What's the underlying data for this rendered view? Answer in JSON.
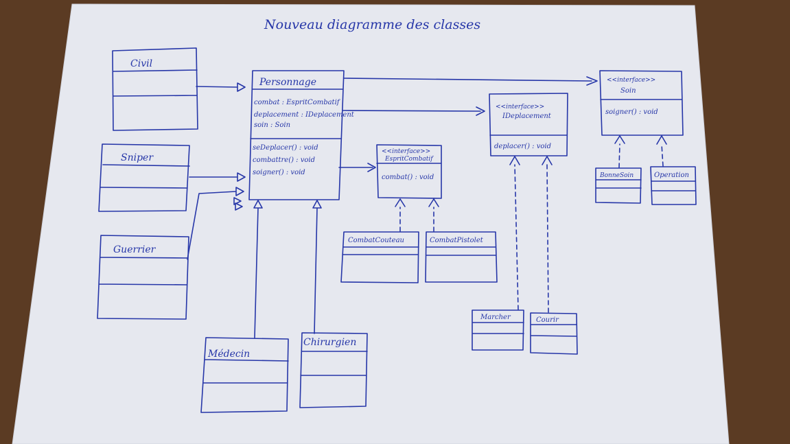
{
  "title": "Nouveau diagramme des classes",
  "classes": {
    "civil": {
      "name": "Civil"
    },
    "sniper": {
      "name": "Sniper"
    },
    "guerrier": {
      "name": "Guerrier"
    },
    "personnage": {
      "name": "Personnage",
      "attributes": [
        "combat : EspritCombatif",
        "deplacement : IDeplacement",
        "soin : Soin"
      ],
      "methods": [
        "seDeplacer() : void",
        "combattre() : void",
        "soigner() : void"
      ]
    },
    "medecin": {
      "name": "Médecin"
    },
    "chirurgien": {
      "name": "Chirurgien"
    },
    "esprit_combatif": {
      "stereotype": "<<interface>>",
      "name": "EspritCombatif",
      "method": "combat() : void"
    },
    "combat_couteau": {
      "name": "CombatCouteau"
    },
    "combat_pistolet": {
      "name": "CombatPistolet"
    },
    "ideplacement": {
      "stereotype": "<<interface>>",
      "name": "IDeplacement",
      "method": "deplacer() : void"
    },
    "marcher": {
      "name": "Marcher"
    },
    "courir": {
      "name": "Courir"
    },
    "soin": {
      "stereotype": "<<interface>>",
      "name": "Soin",
      "method": "soigner() : void"
    },
    "bonne_soin": {
      "name": "BonneSoin"
    },
    "operation": {
      "name": "Operation"
    }
  }
}
